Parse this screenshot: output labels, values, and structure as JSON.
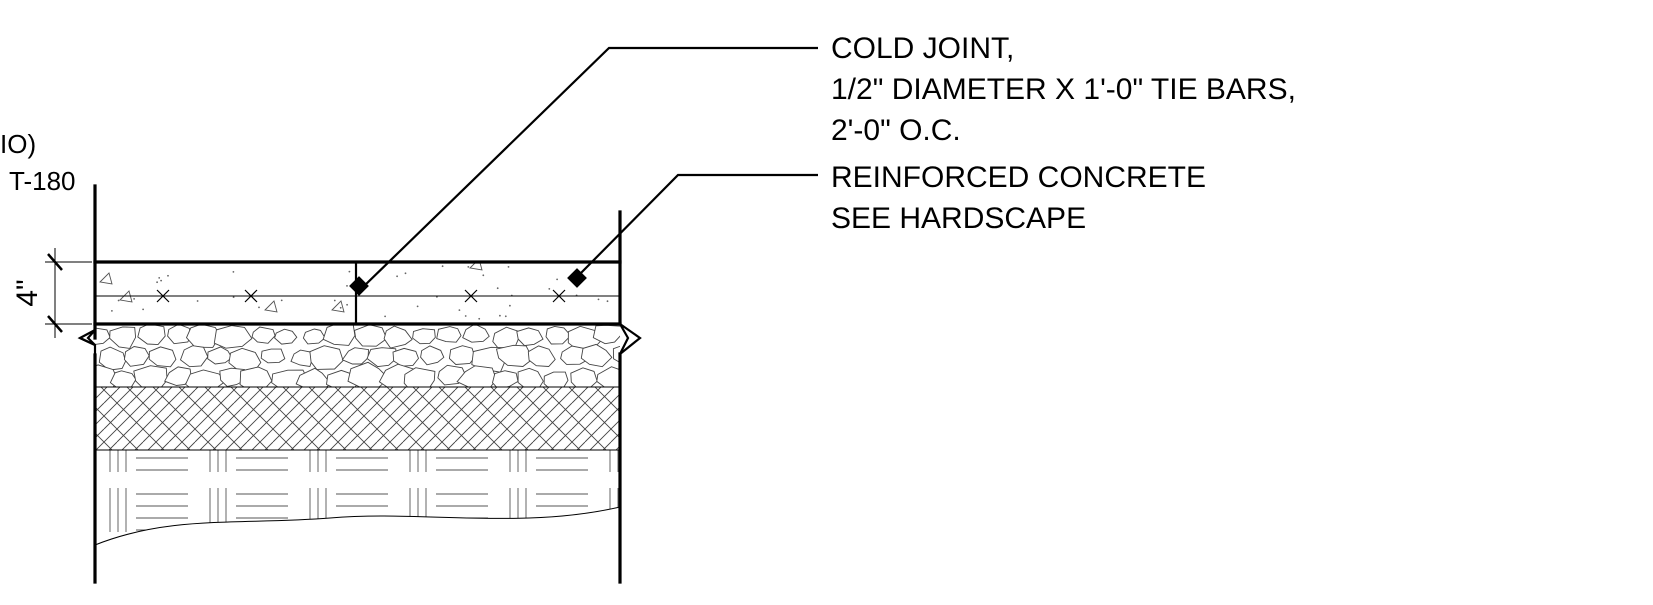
{
  "drawing": {
    "partial_title_line1": "IO)",
    "partial_title_line2": "T-180",
    "dimension_label": "4\""
  },
  "callouts": [
    {
      "id": "cold-joint",
      "lines": [
        "COLD JOINT,",
        "1/2\" DIAMETER X 1'-0\" TIE BARS,",
        "2'-0\" O.C."
      ]
    },
    {
      "id": "reinforced-concrete",
      "lines": [
        "REINFORCED CONCRETE",
        "SEE HARDSCAPE"
      ]
    }
  ],
  "layers": [
    "reinforced-concrete-slab",
    "aggregate-base",
    "compacted-subgrade",
    "native-soil"
  ]
}
